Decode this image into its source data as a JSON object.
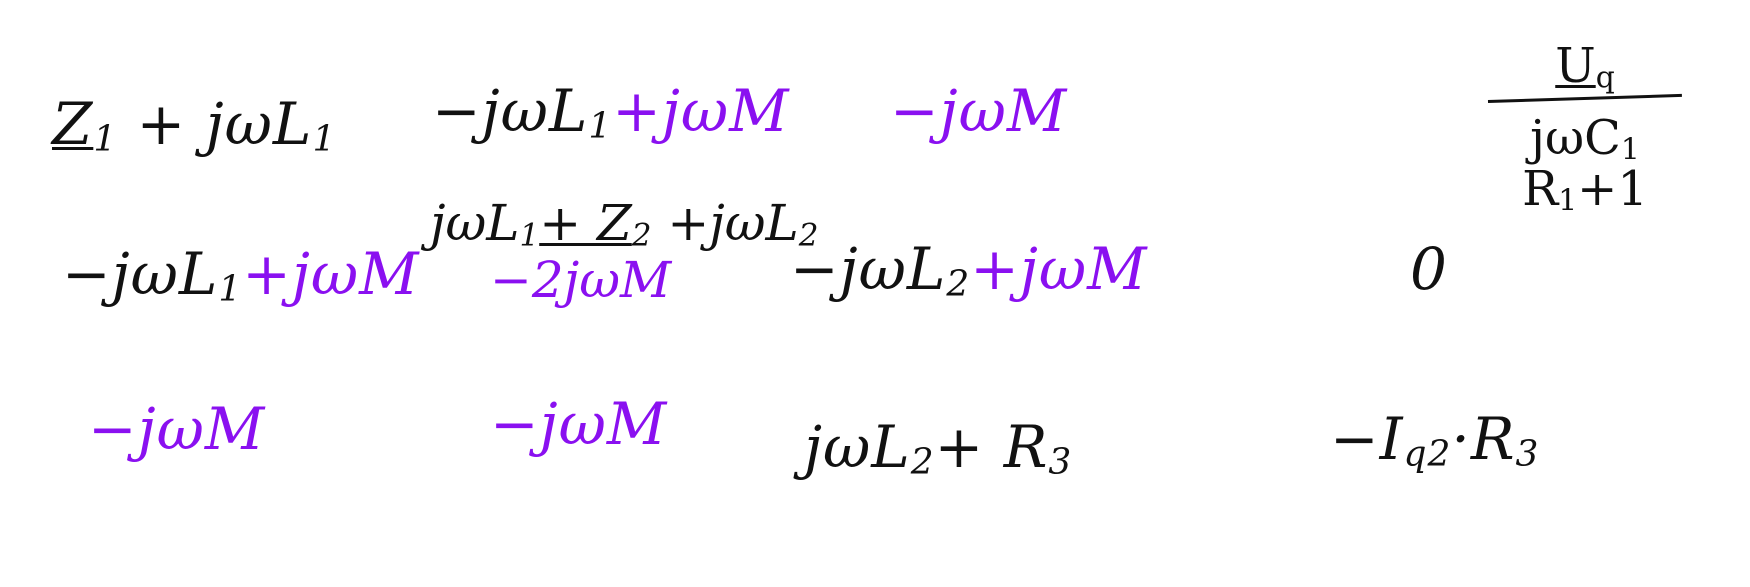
{
  "matrix": {
    "row1": {
      "c1": {
        "z": "Z",
        "zsub": "1",
        "a": " + jωL",
        "asub": "1"
      },
      "c2": {
        "a": "−jωL",
        "asub": "1",
        "b": "+jωM"
      },
      "c3": {
        "a": "−jωM"
      },
      "c4": {
        "num": "U",
        "numsub": "q",
        "den_a": "jωC",
        "den_sub1": "1",
        "den_b": " R",
        "den_sub2": "1",
        "den_c": "+1"
      }
    },
    "row2": {
      "c1": {
        "a": "−jωL",
        "asub": "1",
        "b": "+jωM"
      },
      "c2": {
        "line1_a": "jωL",
        "line1_sub1": "1",
        "line1_b": "+ Z",
        "line1_sub2": "2",
        "line1_c": " +jωL",
        "line1_sub3": "2",
        "line2": "−2jωM"
      },
      "c3": {
        "a": "−jωL",
        "asub": "2",
        "b": "+jωM"
      },
      "c4": {
        "a": "0"
      }
    },
    "row3": {
      "c1": {
        "a": "−jωM"
      },
      "c2": {
        "a": "−jωM"
      },
      "c3": {
        "a": "jωL",
        "asub": "2",
        "b": "+ R",
        "bsub": "3"
      },
      "c4": {
        "a": "−I",
        "asub": "q2",
        "b": "·R",
        "bsub": "3"
      }
    }
  },
  "colors": {
    "ink": "#111111",
    "accent": "#8a10f0",
    "background": "#ffffff"
  }
}
